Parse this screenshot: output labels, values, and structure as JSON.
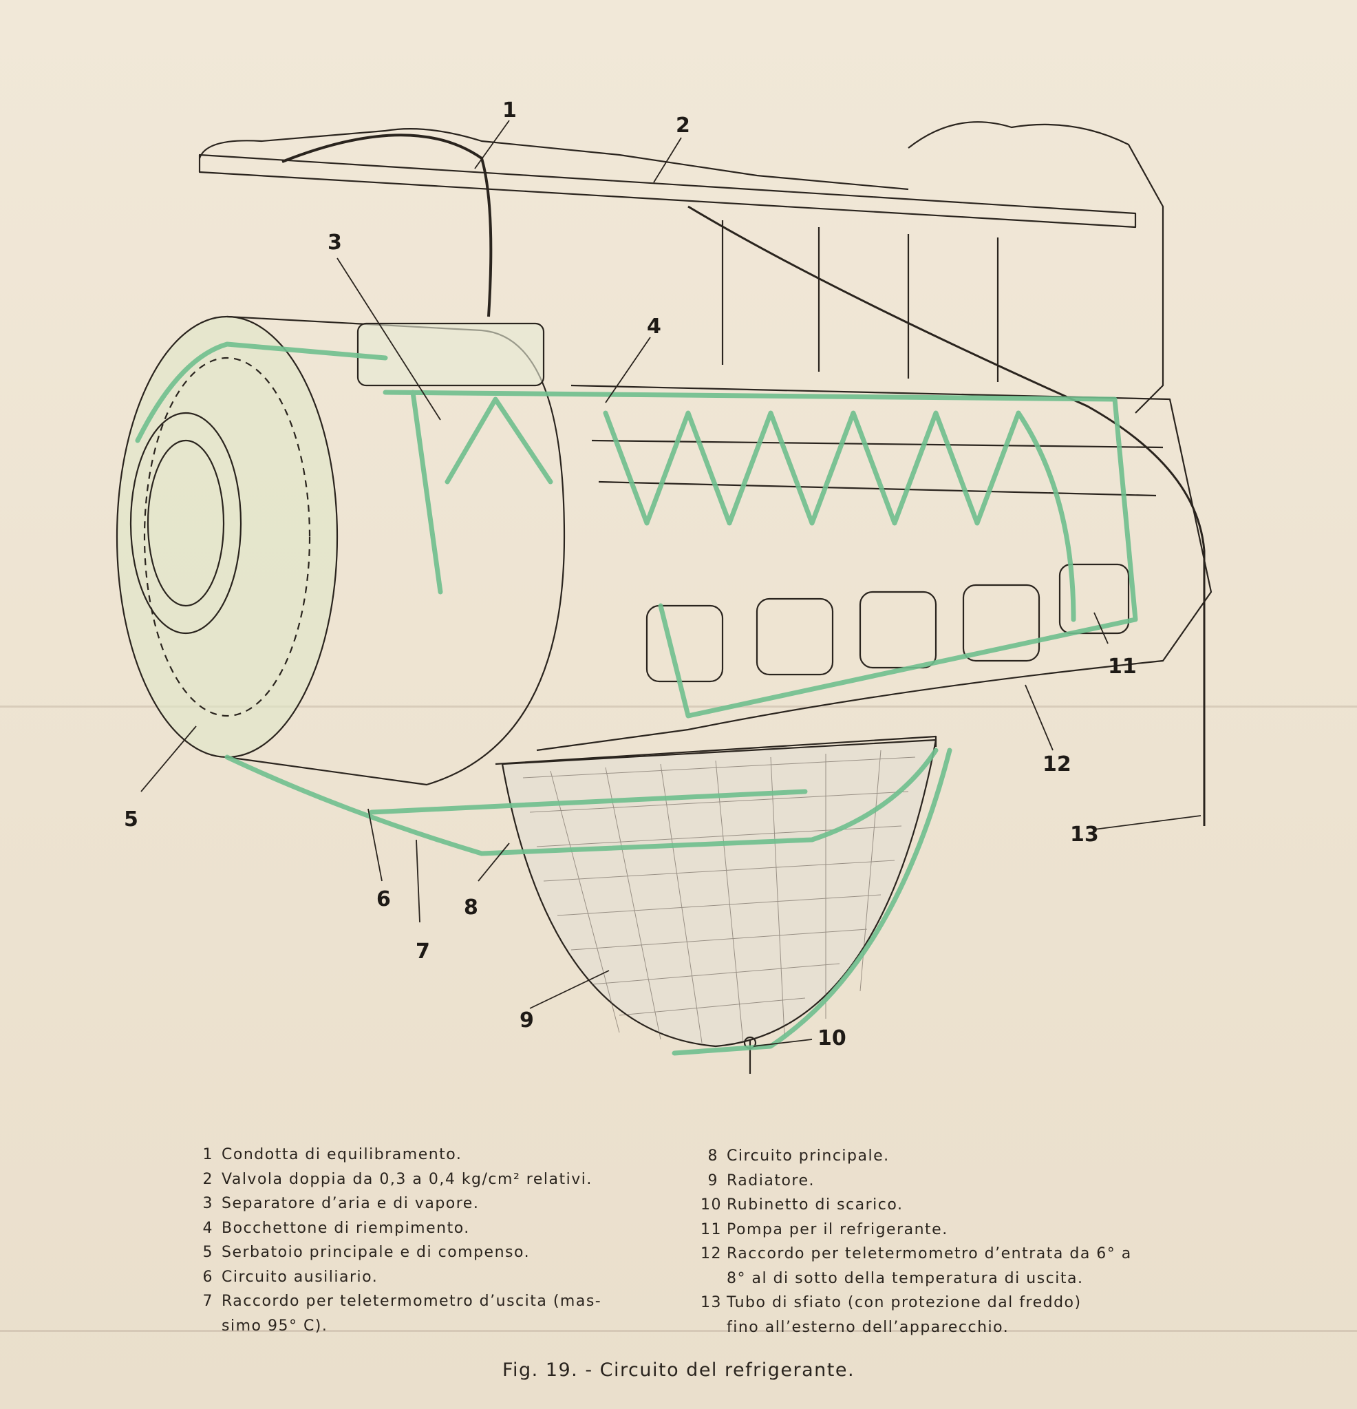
{
  "figure": {
    "caption": "Fig. 19. - Circuito del refrigerante.",
    "callouts": [
      "1",
      "2",
      "3",
      "4",
      "5",
      "6",
      "7",
      "8",
      "9",
      "10",
      "11",
      "12",
      "13"
    ]
  },
  "legend": {
    "left": [
      {
        "num": "1",
        "text": "Condotta di equilibramento."
      },
      {
        "num": "2",
        "text": "Valvola doppia da 0,3 a 0,4 kg/cm² relativi."
      },
      {
        "num": "3",
        "text": "Separatore d’aria e di vapore."
      },
      {
        "num": "4",
        "text": "Bocchettone di riempimento."
      },
      {
        "num": "5",
        "text": "Serbatoio principale e di compenso."
      },
      {
        "num": "6",
        "text": "Circuito ausiliario."
      },
      {
        "num": "7",
        "text": "Raccordo per teletermometro d’uscita (mas-",
        "cont": "simo 95° C)."
      }
    ],
    "right": [
      {
        "num": "8",
        "text": "Circuito principale."
      },
      {
        "num": "9",
        "text": "Radiatore."
      },
      {
        "num": "10",
        "text": "Rubinetto di scarico."
      },
      {
        "num": "11",
        "text": "Pompa per il refrigerante."
      },
      {
        "num": "12",
        "text": "Raccordo per teletermometro d’entrata da 6° a",
        "cont": "8° al di sotto della temperatura di uscita."
      },
      {
        "num": "13",
        "text": "Tubo di sfiato (con protezione dal freddo)",
        "cont": "fino all’esterno dell’apparecchio."
      }
    ]
  },
  "colors": {
    "paper": "#efe6d6",
    "ink": "#2a241e",
    "coolant": "#6fbf8e",
    "tank_tint": "#dfe6c8"
  }
}
